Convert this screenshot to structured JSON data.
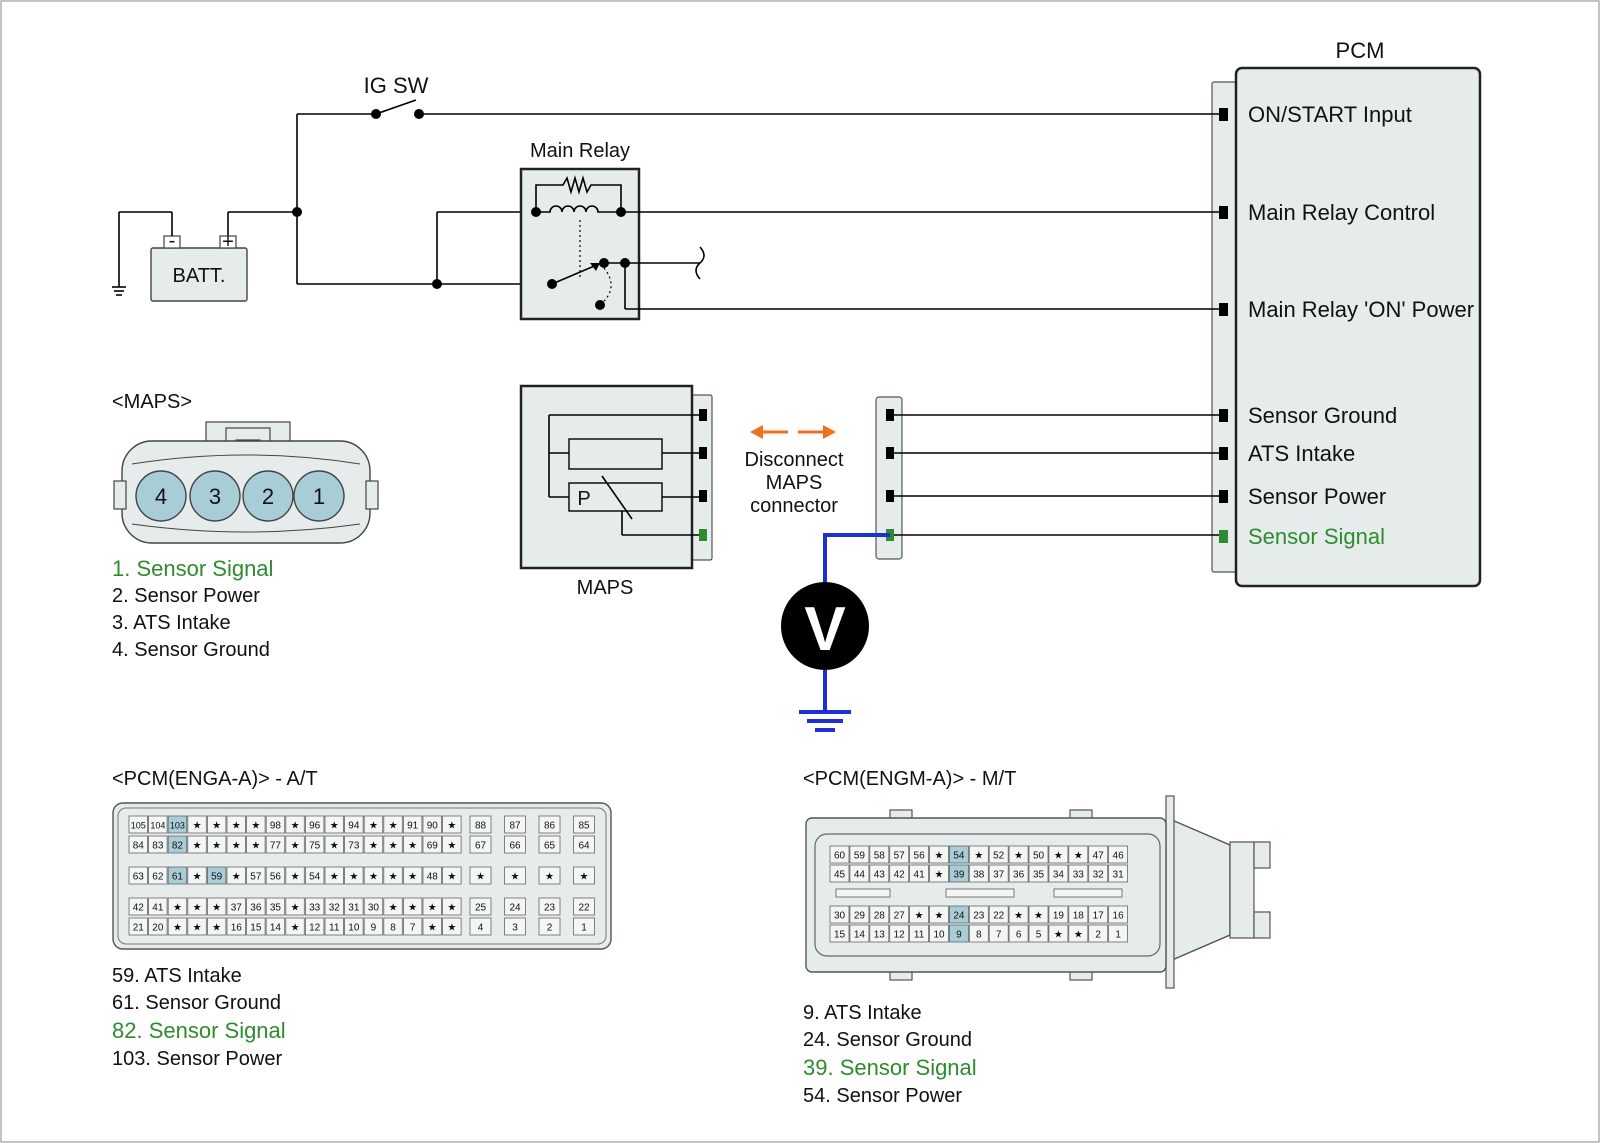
{
  "colors": {
    "signal_green": "#2e8b2e",
    "probe_blue": "#1f2fd6",
    "arrow_orange": "#f07020",
    "panel_fill": "#e6ecec",
    "highlight_pin": "#a9cdd6",
    "pin_cell": "#f4f6f6"
  },
  "power": {
    "ig_sw": "IG SW",
    "batt": "BATT.",
    "batt_minus": "-",
    "batt_plus": "+",
    "main_relay": "Main Relay"
  },
  "pcm": {
    "title": "PCM",
    "pins": [
      "ON/START Input",
      "Main Relay Control",
      "Main Relay 'ON' Power",
      "Sensor Ground",
      "ATS Intake",
      "Sensor Power",
      "Sensor Signal"
    ]
  },
  "maps_unit": {
    "label": "MAPS",
    "p_label": "P"
  },
  "disconnect": [
    "Disconnect",
    "MAPS",
    "connector"
  ],
  "voltmeter": "V",
  "maps_connector": {
    "title": "<MAPS>",
    "pins": [
      "4",
      "3",
      "2",
      "1"
    ],
    "legend": [
      "1. Sensor Signal",
      "2. Sensor Power",
      "3. ATS Intake",
      "4. Sensor Ground"
    ]
  },
  "engaa": {
    "title": "<PCM(ENGA-A)> - A/T",
    "rows": [
      [
        "105",
        "104",
        "103",
        "★",
        "★",
        "★",
        "★",
        "98",
        "★",
        "96",
        "★",
        "94",
        "★",
        "★",
        "91",
        "90",
        "★",
        "88",
        "87",
        "86",
        "85"
      ],
      [
        "84",
        "83",
        "82",
        "★",
        "★",
        "★",
        "★",
        "77",
        "★",
        "75",
        "★",
        "73",
        "★",
        "★",
        "★",
        "69",
        "★",
        "67",
        "66",
        "65",
        "64"
      ],
      [
        "63",
        "62",
        "61",
        "★",
        "59",
        "★",
        "57",
        "56",
        "★",
        "54",
        "★",
        "★",
        "★",
        "★",
        "★",
        "48",
        "★",
        "★",
        "★",
        "★",
        "★"
      ],
      [
        "42",
        "41",
        "★",
        "★",
        "★",
        "37",
        "36",
        "35",
        "★",
        "33",
        "32",
        "31",
        "30",
        "★",
        "★",
        "★",
        "★",
        "25",
        "24",
        "23",
        "22"
      ],
      [
        "21",
        "20",
        "★",
        "★",
        "★",
        "16",
        "15",
        "14",
        "★",
        "12",
        "11",
        "10",
        "9",
        "8",
        "7",
        "★",
        "★",
        "4",
        "3",
        "2",
        "1"
      ]
    ],
    "legend": [
      "59. ATS Intake",
      "61. Sensor Ground",
      "82. Sensor Signal",
      "103. Sensor Power"
    ]
  },
  "engma": {
    "title": "<PCM(ENGM-A)> - M/T",
    "rows": [
      [
        "60",
        "59",
        "58",
        "57",
        "56",
        "★",
        "54",
        "★",
        "52",
        "★",
        "50",
        "★",
        "★",
        "47",
        "46"
      ],
      [
        "45",
        "44",
        "43",
        "42",
        "41",
        "★",
        "39",
        "38",
        "37",
        "36",
        "35",
        "34",
        "33",
        "32",
        "31"
      ],
      [
        "30",
        "29",
        "28",
        "27",
        "★",
        "★",
        "24",
        "23",
        "22",
        "★",
        "★",
        "19",
        "18",
        "17",
        "16"
      ],
      [
        "15",
        "14",
        "13",
        "12",
        "11",
        "10",
        "9",
        "8",
        "7",
        "6",
        "5",
        "★",
        "★",
        "2",
        "1"
      ]
    ],
    "legend": [
      "9. ATS Intake",
      "24. Sensor Ground",
      "39. Sensor Signal",
      "54. Sensor Power"
    ]
  }
}
